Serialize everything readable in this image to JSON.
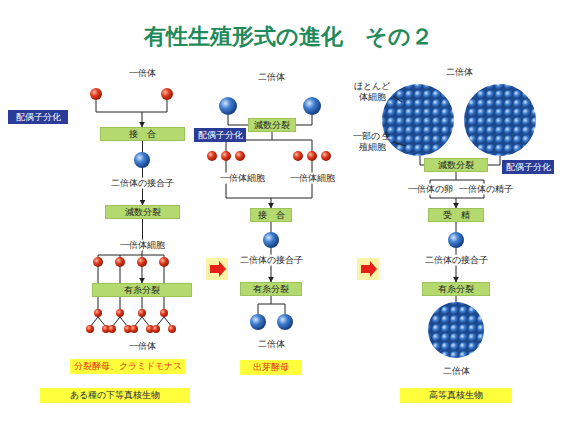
{
  "diagram": {
    "title": "有性生殖形式の進化　その２",
    "nodes": [
      {
        "text": [
          "配偶子分化"
        ]
      },
      {
        "text": [
          "接　合"
        ]
      },
      {
        "text": [
          "減数分裂"
        ]
      },
      {
        "text": [
          "有糸分裂"
        ]
      },
      {
        "text": [
          "分裂酵母、クラミドモナス"
        ]
      },
      {
        "text": [
          "ある種の下等真核生物"
        ]
      },
      {
        "text": [
          "配偶子分化"
        ]
      },
      {
        "text": [
          "減数分裂"
        ]
      },
      {
        "text": [
          "接　合"
        ]
      },
      {
        "text": [
          "有糸分裂"
        ]
      },
      {
        "text": [
          "出芽酵母"
        ]
      },
      {
        "text": [
          "配偶子分化"
        ]
      },
      {
        "text": [
          "減数分裂"
        ]
      },
      {
        "text": [
          "受　精"
        ]
      },
      {
        "text": [
          "有糸分裂"
        ]
      },
      {
        "text": [
          "高等真核生物"
        ]
      }
    ],
    "edges": [
      {
        "from": 1,
        "to": 2,
        "arrow": "to"
      },
      {
        "from": 2,
        "to": 3,
        "arrow": "to"
      },
      {
        "from": 7,
        "to": 8,
        "arrow": "to"
      },
      {
        "from": 8,
        "to": 9,
        "arrow": "to"
      },
      {
        "from": 12,
        "to": 13,
        "arrow": "to"
      },
      {
        "from": 13,
        "to": 14,
        "arrow": "to"
      }
    ],
    "labels": [
      "一倍体",
      "二倍体の接合子",
      "一倍体細胞",
      "一倍体",
      "二倍体",
      "一倍体細胞",
      "一倍体細胞",
      "二倍体の接合子",
      "二倍体",
      "二倍体",
      "ほとんど 体細胞",
      "一部の 生殖細胞",
      "一倍体の卵",
      "一倍体の精子",
      "二倍体の接合子",
      "二倍体"
    ]
  }
}
